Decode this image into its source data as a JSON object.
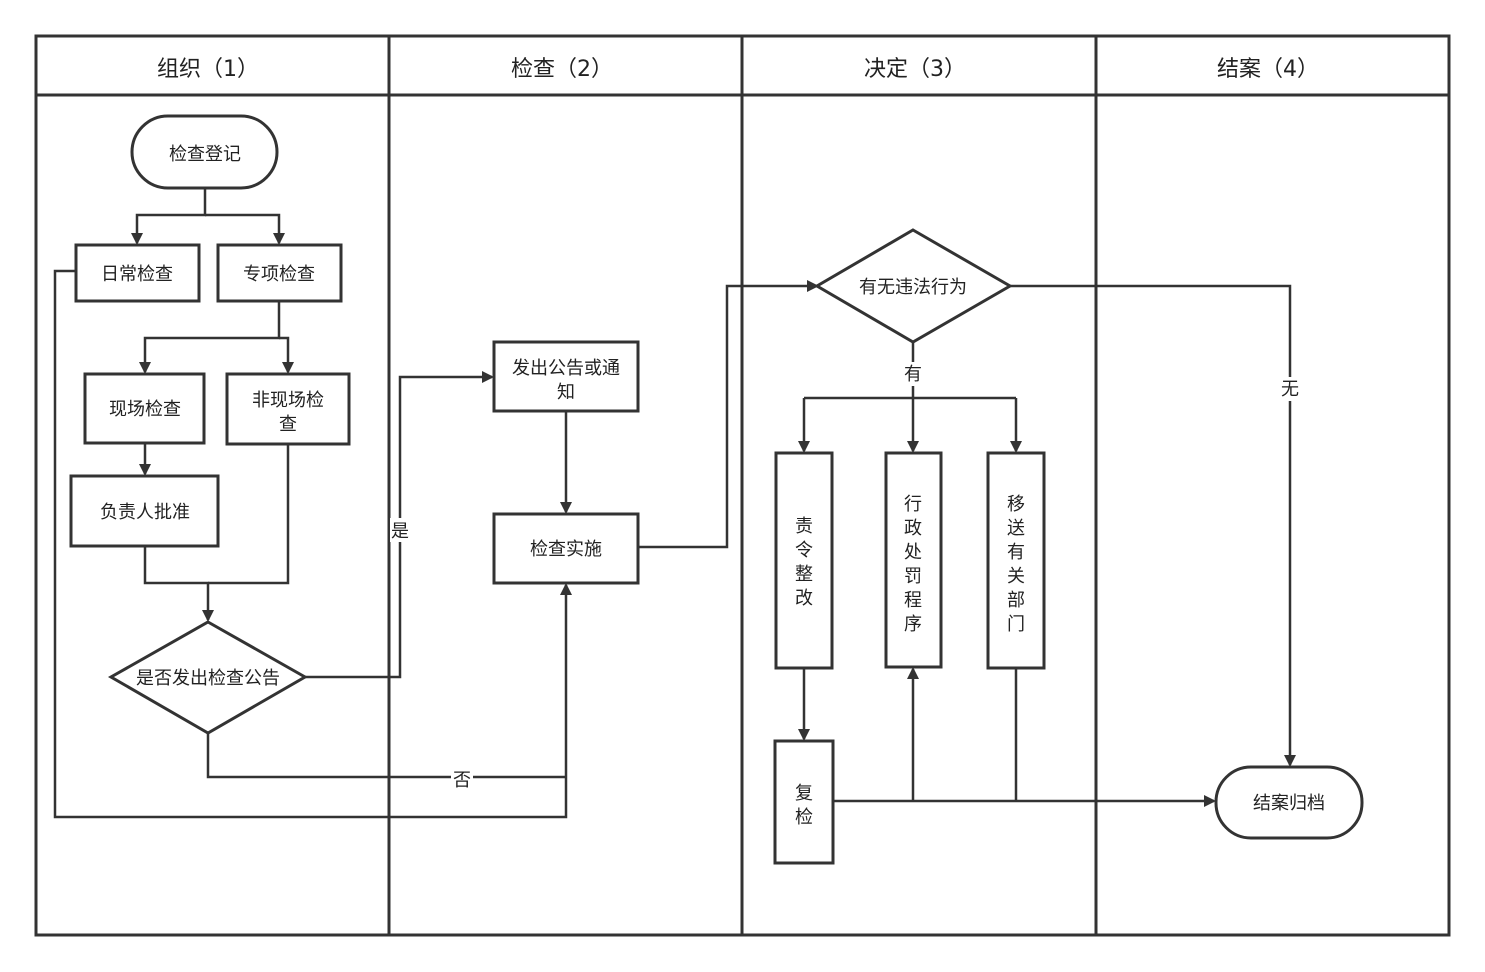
{
  "lanes": [
    "组织（1）",
    "检查（2）",
    "决定（3）",
    "结案（4）"
  ],
  "nodes": {
    "register": "检查登记",
    "daily": "日常检查",
    "special": "专项检查",
    "onsite": "现场检查",
    "offsite": [
      "非现场检",
      "查"
    ],
    "approve": "负责人批准",
    "announce_q": "是否发出检查公告",
    "notice": [
      "发出公告或通",
      "知"
    ],
    "implement": "检查实施",
    "violation_q": "有无违法行为",
    "rectify": [
      "责",
      "令",
      "整",
      "改"
    ],
    "penalty": [
      "行",
      "政",
      "处",
      "罚",
      "程",
      "序"
    ],
    "transfer": [
      "移",
      "送",
      "有",
      "关",
      "部",
      "门"
    ],
    "recheck": [
      "复",
      "检"
    ],
    "archive": "结案归档"
  },
  "edge_labels": {
    "yes_notice": "是",
    "no_implement": "否",
    "has_violation": "有",
    "no_violation": "无"
  }
}
